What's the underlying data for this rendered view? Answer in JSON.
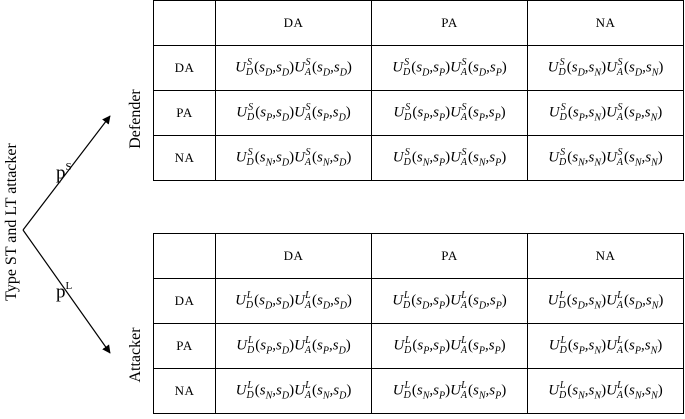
{
  "diagram": {
    "type_label": "Type ST and LT attacker",
    "defender_label": "Defender",
    "attacker_label": "Attacker",
    "branch_short": {
      "p": "p",
      "sup": "S"
    },
    "branch_long": {
      "p": "p",
      "sup": "L"
    }
  },
  "columns": [
    "DA",
    "PA",
    "NA"
  ],
  "rows": [
    "DA",
    "PA",
    "NA"
  ],
  "defender_table": {
    "superscript": "S",
    "cells": [
      [
        "U_D^S(s_D,s_D)U_A^S(s_D,s_D)",
        "U_D^S(s_D,s_P)U_A^S(s_D,s_P)",
        "U_D^S(s_D,s_N)U_A^S(s_D,s_N)"
      ],
      [
        "U_D^S(s_P,s_D)U_A^S(s_P,s_D)",
        "U_D^S(s_P,s_P)U_A^S(s_P,s_P)",
        "U_D^S(s_P,s_N)U_A^S(s_P,s_N)"
      ],
      [
        "U_D^S(s_N,s_D)U_A^S(s_N,s_D)",
        "U_D^S(s_N,s_P)U_A^S(s_N,s_P)",
        "U_D^S(s_N,s_N)U_A^S(s_N,s_N)"
      ]
    ]
  },
  "attacker_table": {
    "superscript": "L",
    "cells": [
      [
        "U_D^L(s_D,s_D)U_A^L(s_D,s_D)",
        "U_D^L(s_D,s_P)U_A^L(s_D,s_P)",
        "U_D^L(s_D,s_N)U_A^L(s_D,s_N)"
      ],
      [
        "U_D^L(s_P,s_D)U_A^L(s_P,s_D)",
        "U_D^L(s_P,s_P)U_A^L(s_P,s_P)",
        "U_D^L(s_P,s_N)U_A^L(s_P,s_N)"
      ],
      [
        "U_D^L(s_N,s_D)U_A^L(s_N,s_D)",
        "U_D^L(s_N,s_P)U_A^L(s_N,s_P)",
        "U_D^L(s_N,s_N)U_A^L(s_N,s_N)"
      ]
    ]
  }
}
